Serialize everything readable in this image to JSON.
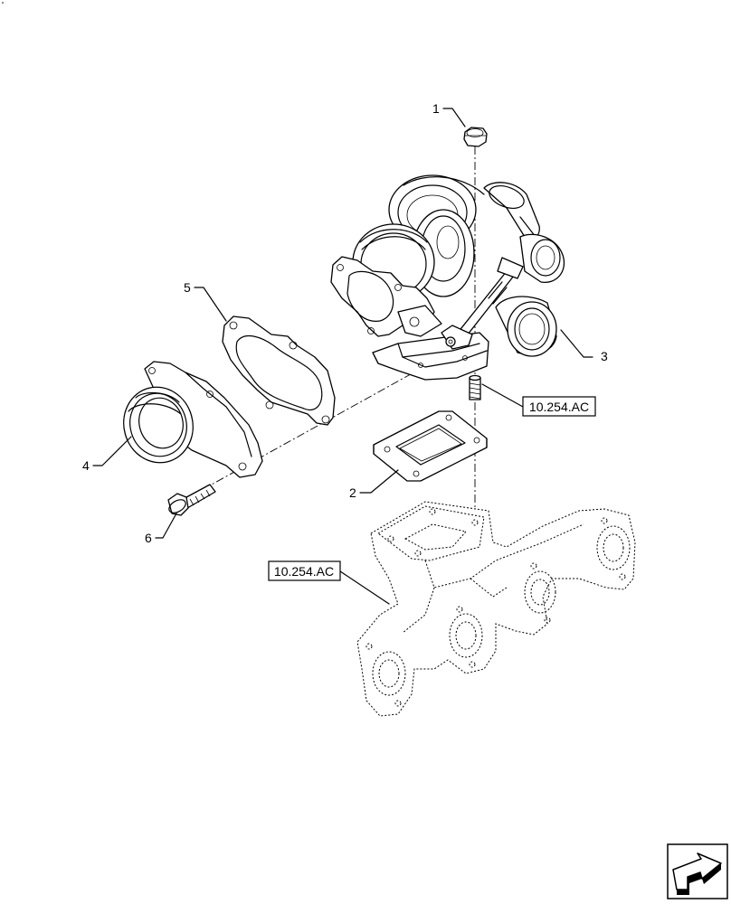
{
  "callouts": {
    "c1": "1",
    "c2": "2",
    "c3": "3",
    "c4": "4",
    "c5": "5",
    "c6": "6"
  },
  "references": {
    "ref_right": "10.254.AC",
    "ref_left": "10.254.AC"
  },
  "icons": {
    "nav": "next-page-arrow-icon"
  }
}
